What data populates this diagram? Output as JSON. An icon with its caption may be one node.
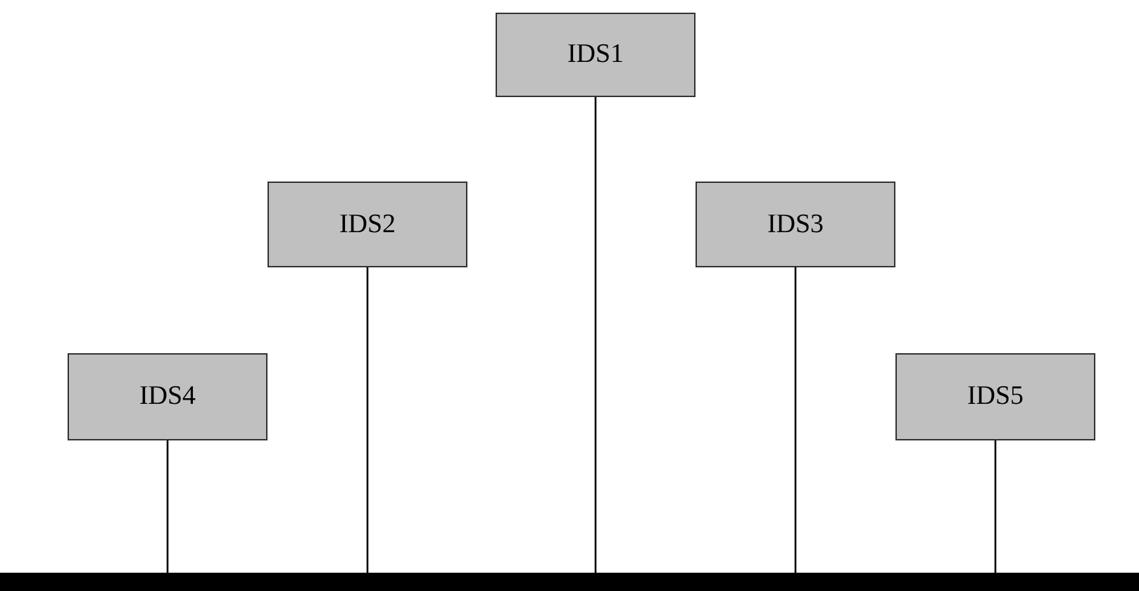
{
  "diagram": {
    "nodes": [
      {
        "text": [
          "IDS1"
        ]
      },
      {
        "text": [
          "IDS2"
        ]
      },
      {
        "text": [
          "IDS3"
        ]
      },
      {
        "text": [
          "IDS4"
        ]
      },
      {
        "text": [
          "IDS5"
        ]
      },
      {
        "text": [],
        "shape": "bar"
      }
    ],
    "edges": [
      {
        "from": 0,
        "to": 5,
        "arrow": "none"
      },
      {
        "from": 1,
        "to": 5,
        "arrow": "none"
      },
      {
        "from": 2,
        "to": 5,
        "arrow": "none"
      },
      {
        "from": 3,
        "to": 5,
        "arrow": "none"
      },
      {
        "from": 4,
        "to": 5,
        "arrow": "none"
      }
    ]
  }
}
